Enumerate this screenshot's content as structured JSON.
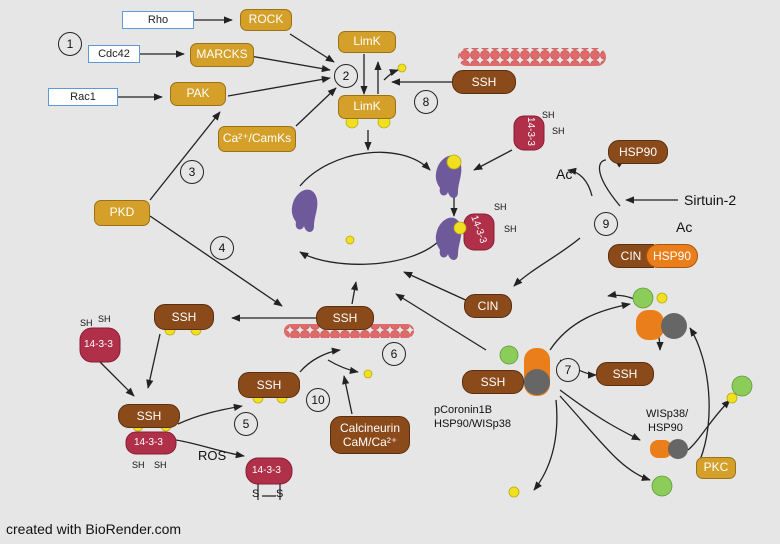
{
  "nodes": {
    "rho": "Rho",
    "cdc42": "Cdc42",
    "rac1": "Rac1",
    "rock": "ROCK",
    "marcks": "MARCKS",
    "pak": "PAK",
    "limk_top": "LimK",
    "limk_bottom": "LimK",
    "camks": "Ca²⁺/CamKs",
    "pkd": "PKD",
    "ssh_top": "SSH",
    "ssh_left": "SSH",
    "ssh_center": "SSH",
    "ssh_complex": "SSH",
    "ssh_mid": "SSH",
    "ssh_right_bottom": "SSH",
    "ssh_right": "SSH",
    "calcineurin_line1": "Calcineurin",
    "calcineurin_line2": "CaM/Ca²⁺",
    "hsp90_top": "HSP90",
    "cin_complex": "CIN",
    "hsp90_complex": "HSP90",
    "cin": "CIN",
    "pkc": "PKC"
  },
  "labels": {
    "protein_1433": "14-3-3",
    "sh": "SH",
    "ros": "ROS",
    "disulfide_s": "S",
    "ac": "Ac",
    "sirtuin": "Sirtuin-2",
    "pcoronin_line1": "pCoronin1B",
    "pcoronin_line2": "HSP90/WISp38",
    "wisp_line1": "WISp38/",
    "wisp_line2": "HSP90"
  },
  "steps": [
    "1",
    "2",
    "3",
    "4",
    "5",
    "6",
    "7",
    "8",
    "9",
    "10"
  ],
  "credit": "created with BioRender.com",
  "colors": {
    "background": "#e6e6e6",
    "gold": "#d4a02a",
    "brown": "#8a4a1a",
    "orange": "#ea7e1a",
    "crimson": "#b0304a",
    "purple": "#6e5a9a",
    "yellow": "#f0e020",
    "green": "#8ccc5a",
    "grey": "#666666",
    "actin": "#e06060"
  }
}
